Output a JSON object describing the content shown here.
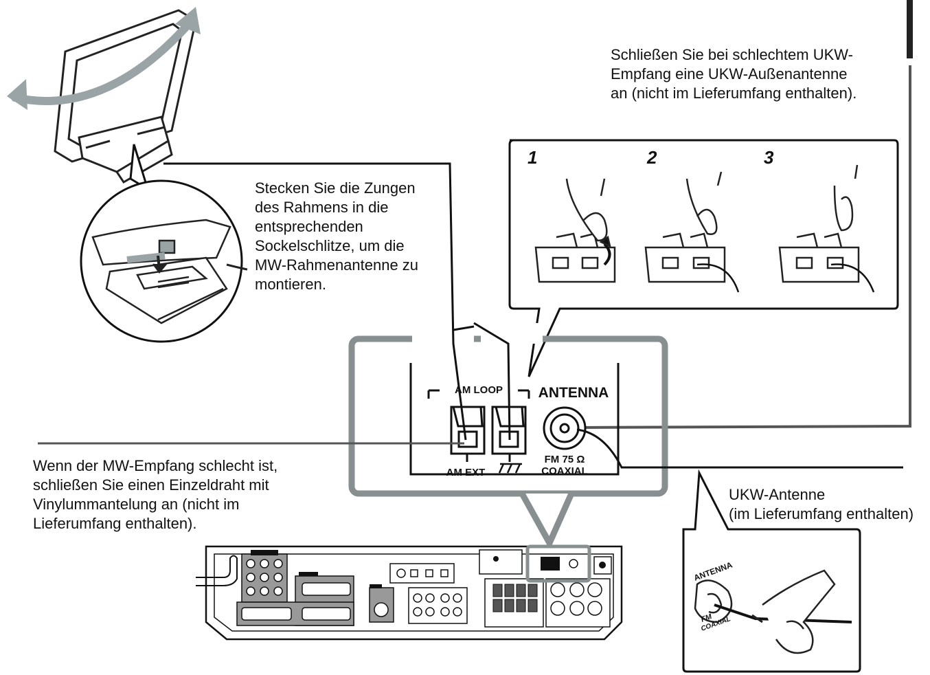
{
  "captions": {
    "fm_outdoor": "Schließen Sie bei schlechtem UKW-\nEmpfang eine UKW-Außenantenne\nan (nicht im Lieferumfang enthalten).",
    "am_assembly": "Stecken Sie die Zungen\ndes Rahmens in die\nentsprechenden\nSockelschlitze, um die\nMW-Rahmenantenne zu\nmontieren.",
    "am_wire": "Wenn der MW-Empfang schlecht ist,\nschließen Sie einen Einzeldraht mit\nVinylummantelung an (nicht im\nLieferumfang enthalten).",
    "fm_supplied": "UKW-Antenne\n(im Lieferumfang enthalten)"
  },
  "steps": [
    "1",
    "2",
    "3"
  ],
  "panel": {
    "am_loop": "AM LOOP",
    "antenna": "ANTENNA",
    "fm": "FM 75 Ω",
    "coaxial": "COAXIAL",
    "am_ext": "AM EXT"
  },
  "inset": {
    "antenna": "ANTENNA",
    "fm": "FM",
    "coaxial": "COAXIAL"
  }
}
